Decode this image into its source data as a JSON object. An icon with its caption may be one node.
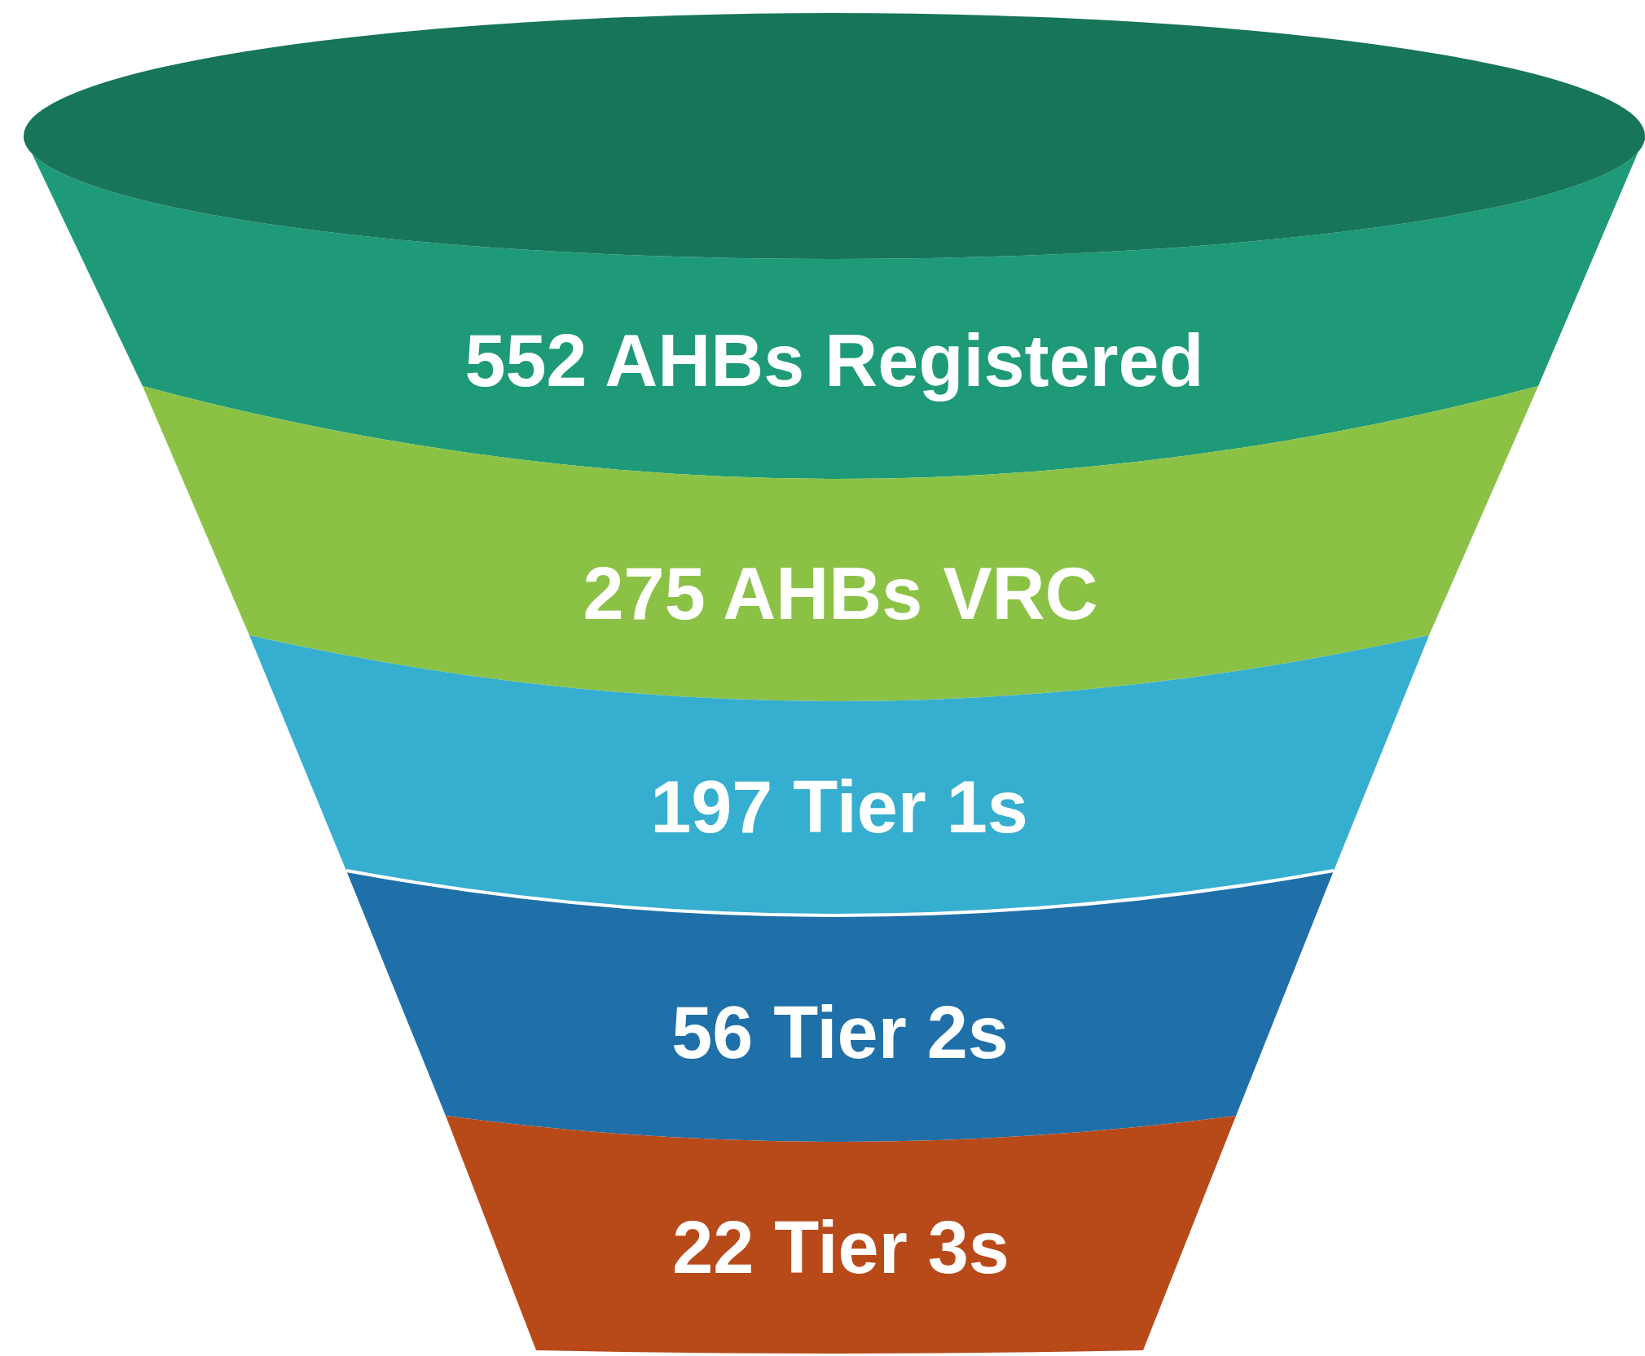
{
  "diagram": {
    "nodes": [
      {
        "text": [],
        "shape": "ellipse"
      },
      {
        "text": [
          "552 AHBs Registered"
        ]
      },
      {
        "text": [
          "275 AHBs VRC"
        ]
      },
      {
        "text": [
          "197 Tier 1s"
        ]
      },
      {
        "text": [
          "56 Tier 2s"
        ]
      },
      {
        "text": [
          "22 Tier 3s"
        ]
      }
    ]
  }
}
